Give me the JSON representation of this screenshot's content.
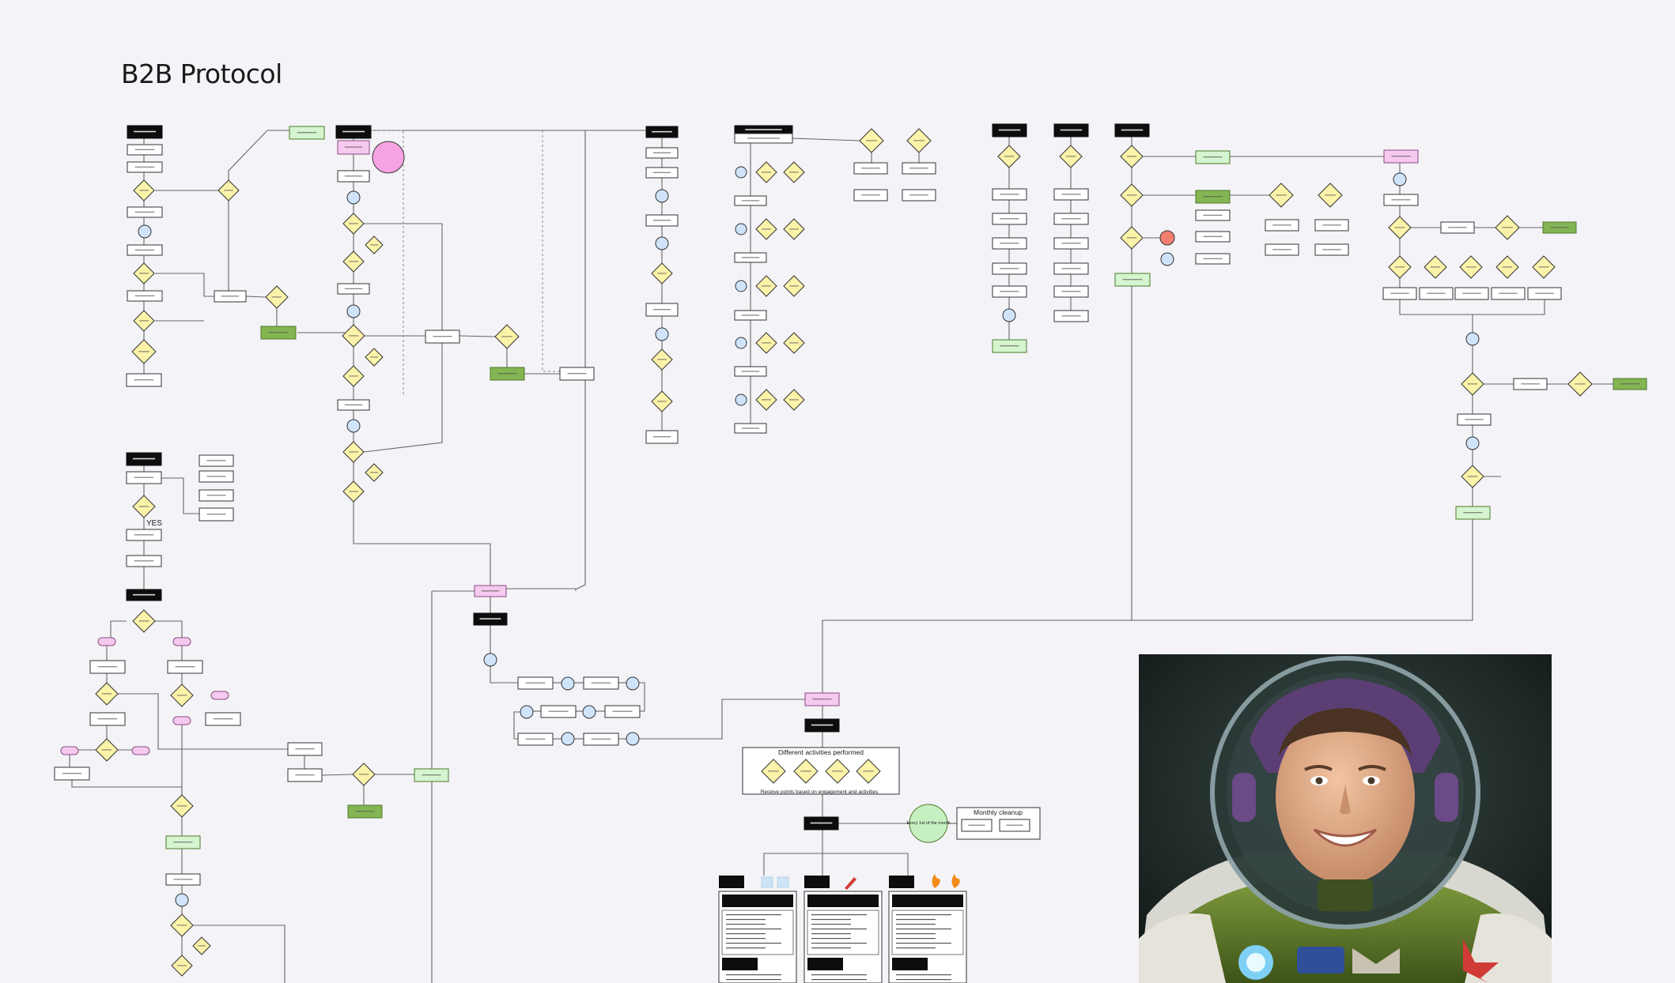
{
  "title": "B2B Protocol",
  "labels": {
    "yes": "YES",
    "activities": "Different activities performed",
    "rewards": "Receive points based on engagement and activities",
    "monthly": "Monthly cleanup",
    "every_full": "Every 1st of the month"
  },
  "colors": {
    "background": "#f4f3f7",
    "decision": "#fbf3a9",
    "terminal": "#0d0d0d",
    "success": "#83b553",
    "light_green": "#d4f5cf",
    "pink": "#f6c9ef",
    "circle": "#cfe4fb"
  },
  "image": {
    "name": "astronaut-portrait"
  }
}
